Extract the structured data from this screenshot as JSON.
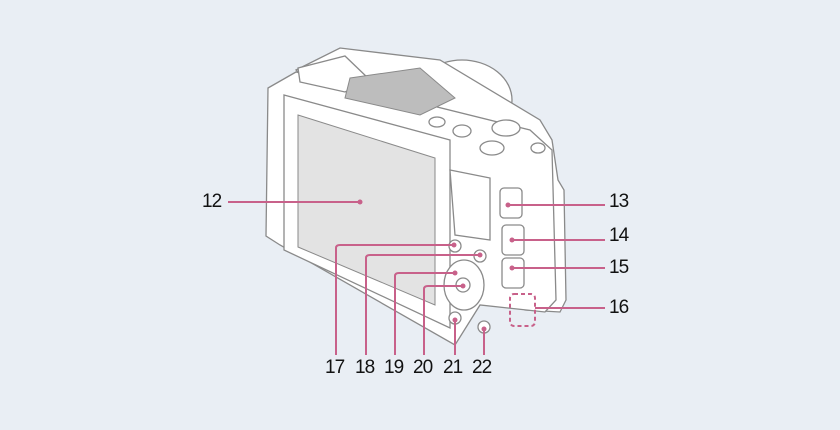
{
  "diagram": {
    "subject": "camera-rear-view",
    "leader_color": "#c8618a",
    "labels": {
      "l12": "12",
      "l13": "13",
      "l14": "14",
      "l15": "15",
      "l16": "16",
      "l17": "17",
      "l18": "18",
      "l19": "19",
      "l20": "20",
      "l21": "21",
      "l22": "22"
    }
  }
}
